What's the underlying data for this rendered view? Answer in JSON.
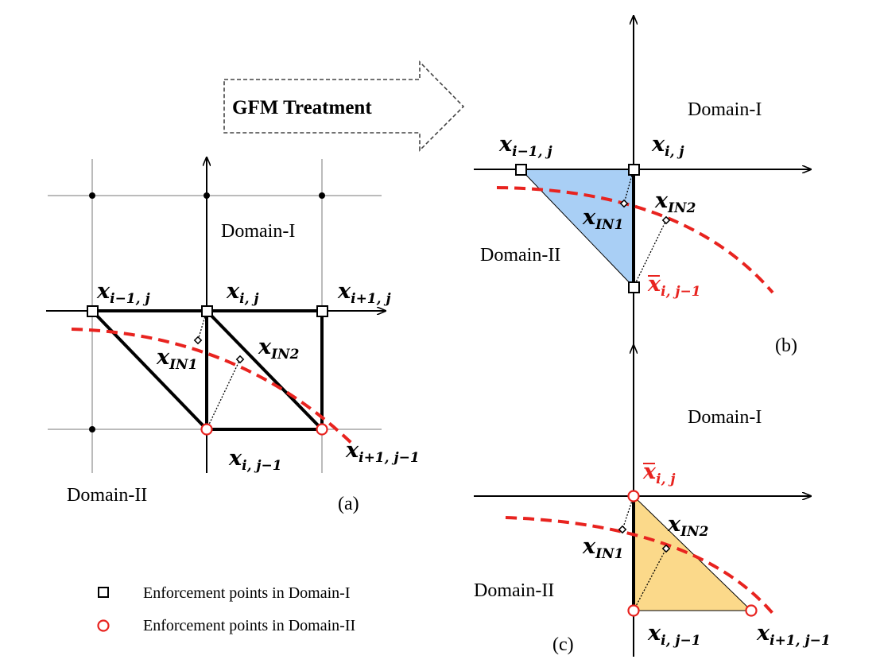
{
  "banner": {
    "label": "GFM Treatment"
  },
  "domains": {
    "one": "Domain-I",
    "two": "Domain-II"
  },
  "panels": {
    "a": "(a)",
    "b": "(b)",
    "c": "(c)"
  },
  "points": {
    "x": "x",
    "im1_j": "i−1, j",
    "i_j": "i, j",
    "ip1_j": "i+1, j",
    "i_jm1": "i, j−1",
    "ip1_jm1": "i+1, j−1",
    "in1": "IN1",
    "in2": "IN2"
  },
  "legend": [
    {
      "marker": "square",
      "label": "Enforcement points in Domain-I"
    },
    {
      "marker": "circle",
      "label": "Enforcement points in Domain-II"
    }
  ],
  "colors": {
    "interface": "#e8231f",
    "ghost_label": "#e8231f",
    "fill_b": "#a9cff5",
    "fill_c": "#fbd98a"
  }
}
